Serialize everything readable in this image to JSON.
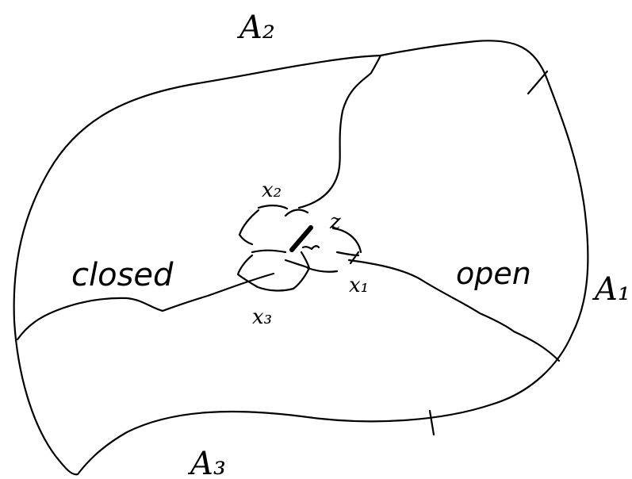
{
  "labels": {
    "a1": "A₁",
    "a2": "A₂",
    "a3": "A₃",
    "closed": "closed",
    "open": "open",
    "x1": "x₁",
    "x2": "x₂",
    "x3": "x₃",
    "z": "z"
  },
  "colors": {
    "ink": "#000000",
    "background": "#ffffff"
  }
}
